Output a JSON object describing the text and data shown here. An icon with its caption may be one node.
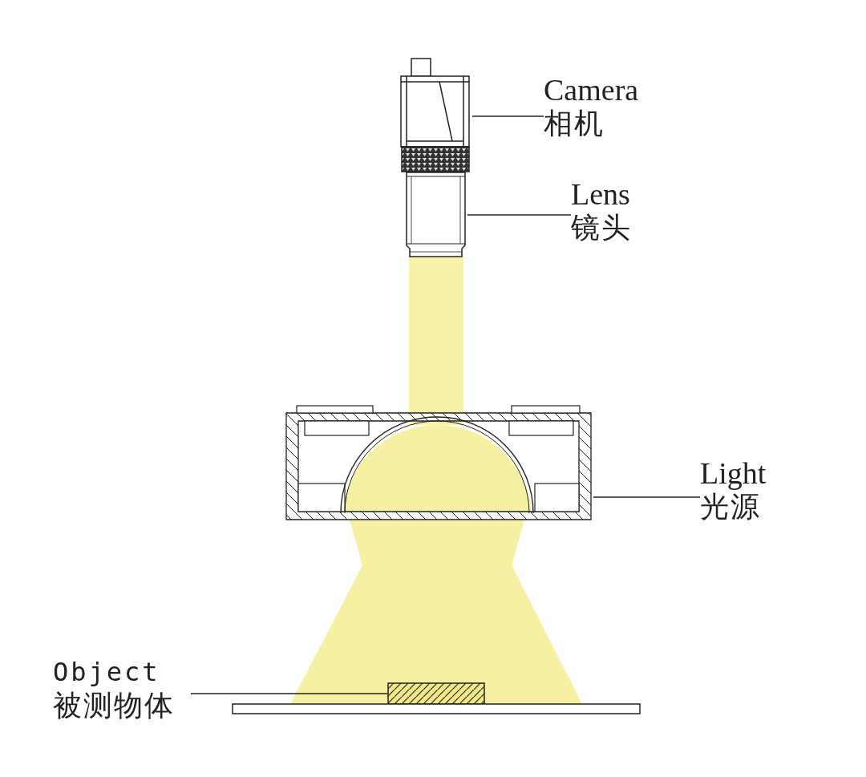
{
  "diagram": {
    "nodes": [
      {
        "text": [],
        "shape": "picture"
      },
      {
        "text": [
          "Camera",
          "相机"
        ]
      },
      {
        "text": [],
        "shape": "picture"
      },
      {
        "text": [
          "Lens",
          "镜头"
        ]
      },
      {
        "text": [],
        "shape": "picture"
      },
      {
        "text": [
          "Light",
          "光源"
        ]
      },
      {
        "text": [],
        "shape": "box"
      },
      {
        "text": [
          "Object",
          "被测物体"
        ]
      },
      {
        "text": [],
        "shape": "bar"
      }
    ],
    "edges": [
      {
        "from": 1,
        "to": 0,
        "arrow": "none"
      },
      {
        "from": 3,
        "to": 2,
        "arrow": "none"
      },
      {
        "from": 5,
        "to": 4,
        "arrow": "none"
      },
      {
        "from": 7,
        "to": 6,
        "arrow": "none"
      }
    ]
  }
}
